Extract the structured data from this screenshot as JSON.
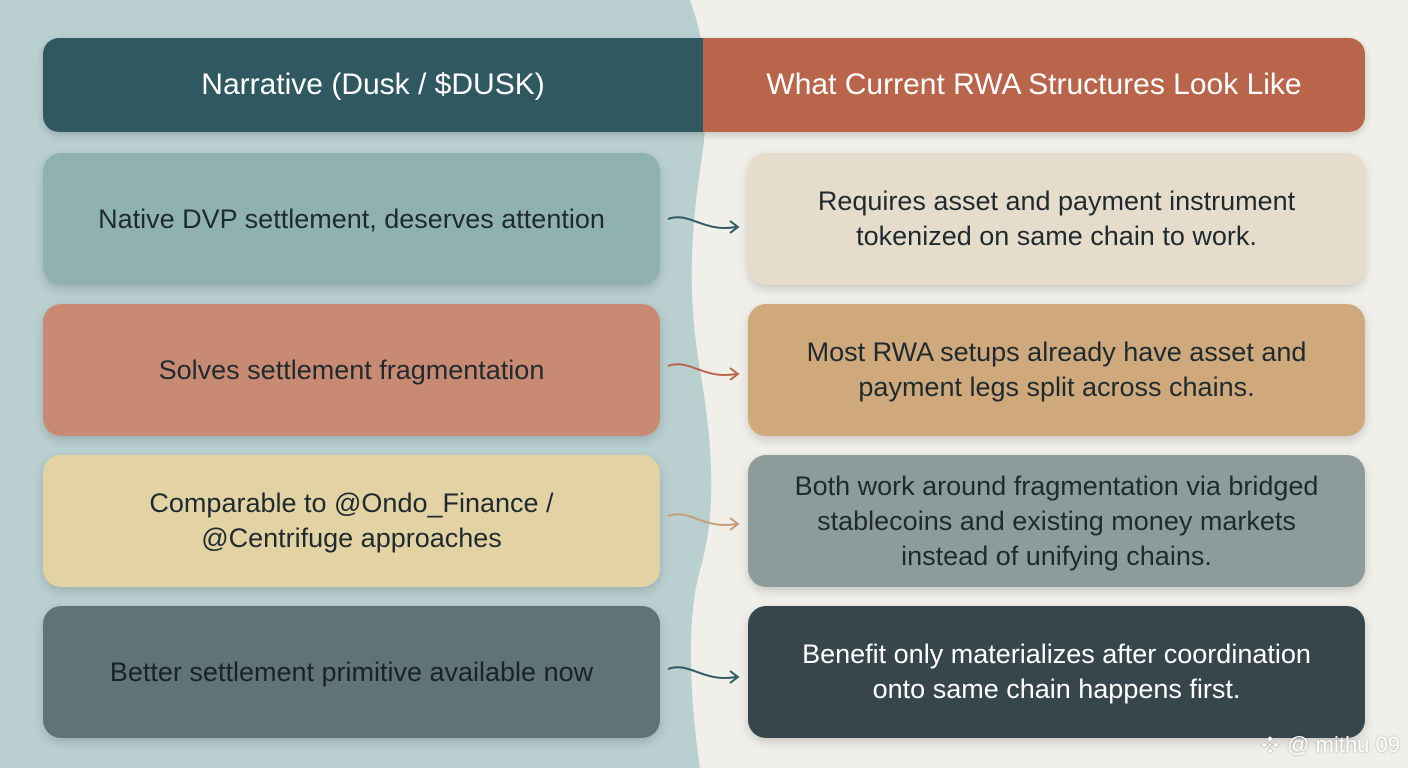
{
  "header": {
    "left_title": "Narrative (Dusk / $DUSK)",
    "right_title": "What Current RWA Structures Look Like"
  },
  "rows": [
    {
      "narrative": "Native DVP settlement, deserves attention",
      "reality": "Requires asset and payment instrument tokenized on same chain to work."
    },
    {
      "narrative": "Solves settlement fragmentation",
      "reality": "Most RWA setups already have asset and payment legs split across chains."
    },
    {
      "narrative": "Comparable to @Ondo_Finance / @Centrifuge approaches",
      "reality": "Both work around fragmentation via bridged stablecoins and existing money markets instead of unifying chains."
    },
    {
      "narrative": "Better settlement primitive available now",
      "reality": "Benefit only materializes after coordination onto same chain happens first."
    }
  ],
  "colors": {
    "header_left": "#2f5860",
    "header_right": "#b9654b",
    "row1_left": "#8fb1b2",
    "row1_right": "#e6dccb",
    "row2_left": "#c98a73",
    "row2_right": "#cfa87c",
    "row3_left": "#e3d2a4",
    "row3_right": "#8d9c9b",
    "row4_left": "#5f7379",
    "row4_right": "#37454c"
  },
  "watermark": {
    "text": "@ mithu 09",
    "icon": "binance-logo-icon"
  }
}
